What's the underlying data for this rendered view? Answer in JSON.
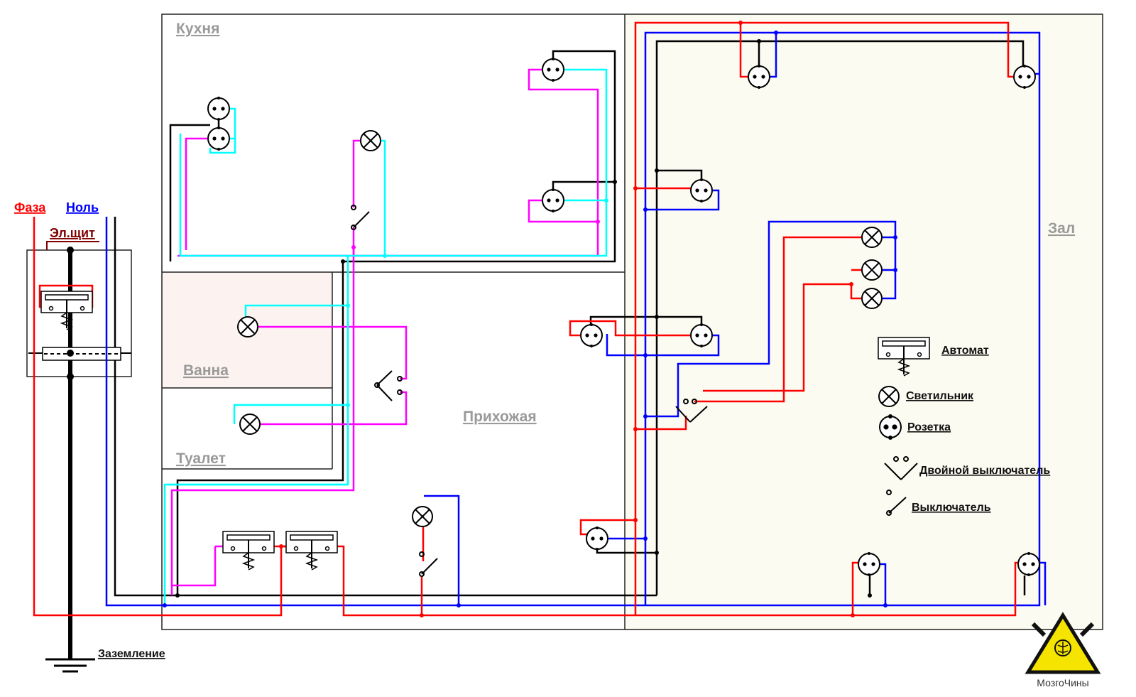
{
  "rooms": {
    "kitchen": "Кухня",
    "bath": "Ванна",
    "toilet": "Туалет",
    "hall": "Прихожая",
    "living": "Зал"
  },
  "panel": {
    "phase": "Фаза",
    "neutral": "Ноль",
    "board": "Эл.щит",
    "ground": "Заземление"
  },
  "legend": {
    "breaker": "Автомат",
    "lamp": "Светильник",
    "socket": "Розетка",
    "double_switch": "Двойной выключатель",
    "switch": "Выключатель"
  },
  "logo": {
    "text": "МозгоЧины"
  },
  "colors": {
    "phase": "#ff0000",
    "neutral": "#0000ff",
    "ground": "#000000",
    "switched_phase": "#ff00ff",
    "neutral_alt": "#00ffff",
    "panel_label": "#800000",
    "living_bg": "#fcfbf1",
    "bath_bg": "#fcf2f0"
  }
}
